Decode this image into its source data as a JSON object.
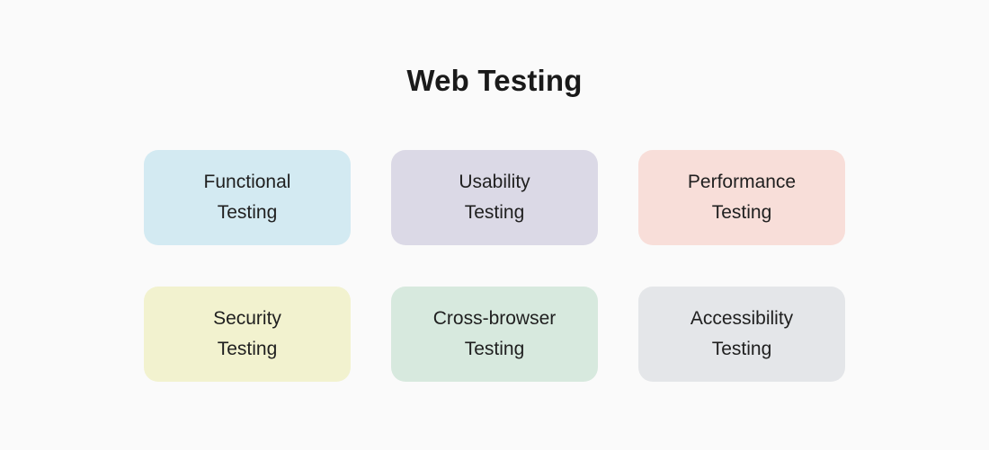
{
  "page": {
    "background_color": "#fafafa",
    "text_color": "#1f1f1f"
  },
  "title": "Web Testing",
  "cards": [
    {
      "id": "functional-testing",
      "line1": "Functional",
      "line2": "Testing",
      "color": "#d3eaf2"
    },
    {
      "id": "usability-testing",
      "line1": "Usability",
      "line2": "Testing",
      "color": "#dbd9e6"
    },
    {
      "id": "performance-testing",
      "line1": "Performance",
      "line2": "Testing",
      "color": "#f8ded9"
    },
    {
      "id": "security-testing",
      "line1": "Security",
      "line2": "Testing",
      "color": "#f2f2cf"
    },
    {
      "id": "cross-browser-testing",
      "line1": "Cross-browser",
      "line2": "Testing",
      "color": "#d7e9de"
    },
    {
      "id": "accessibility-testing",
      "line1": "Accessibility",
      "line2": "Testing",
      "color": "#e4e6e9"
    }
  ]
}
